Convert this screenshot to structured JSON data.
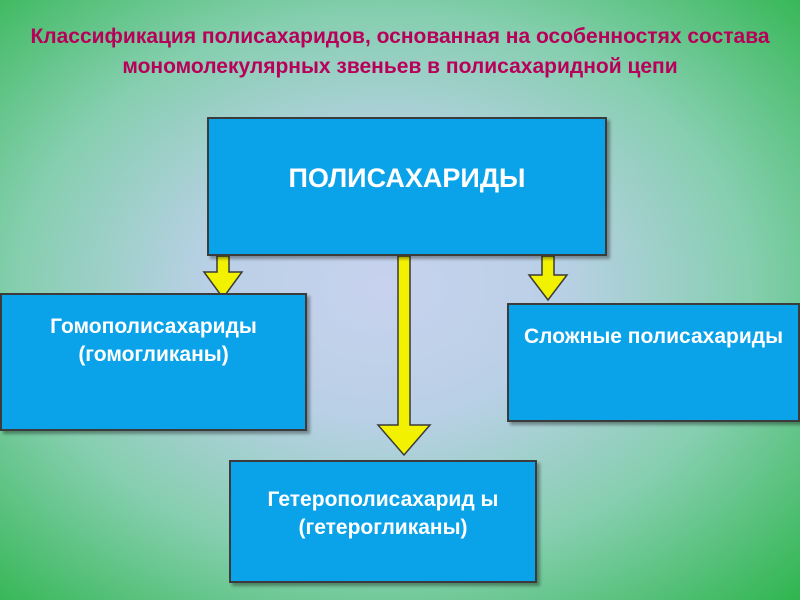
{
  "title": "Классификация полисахаридов, основанная на особенностях состава мономолекулярных  звеньев в полисахаридной цепи",
  "nodes": {
    "root": "ПОЛИСАХАРИДЫ",
    "homo": "Гомополисахариды (гомогликаны)",
    "hetero": "Гетерополисахарид ы (гетерогликаны)",
    "complex": "Сложные полисахариды"
  },
  "colors": {
    "title": "#b8005a",
    "box_fill": "#0aa2e8",
    "arrow_fill": "#f2f200",
    "arrow_stroke": "#3a3a3a"
  }
}
